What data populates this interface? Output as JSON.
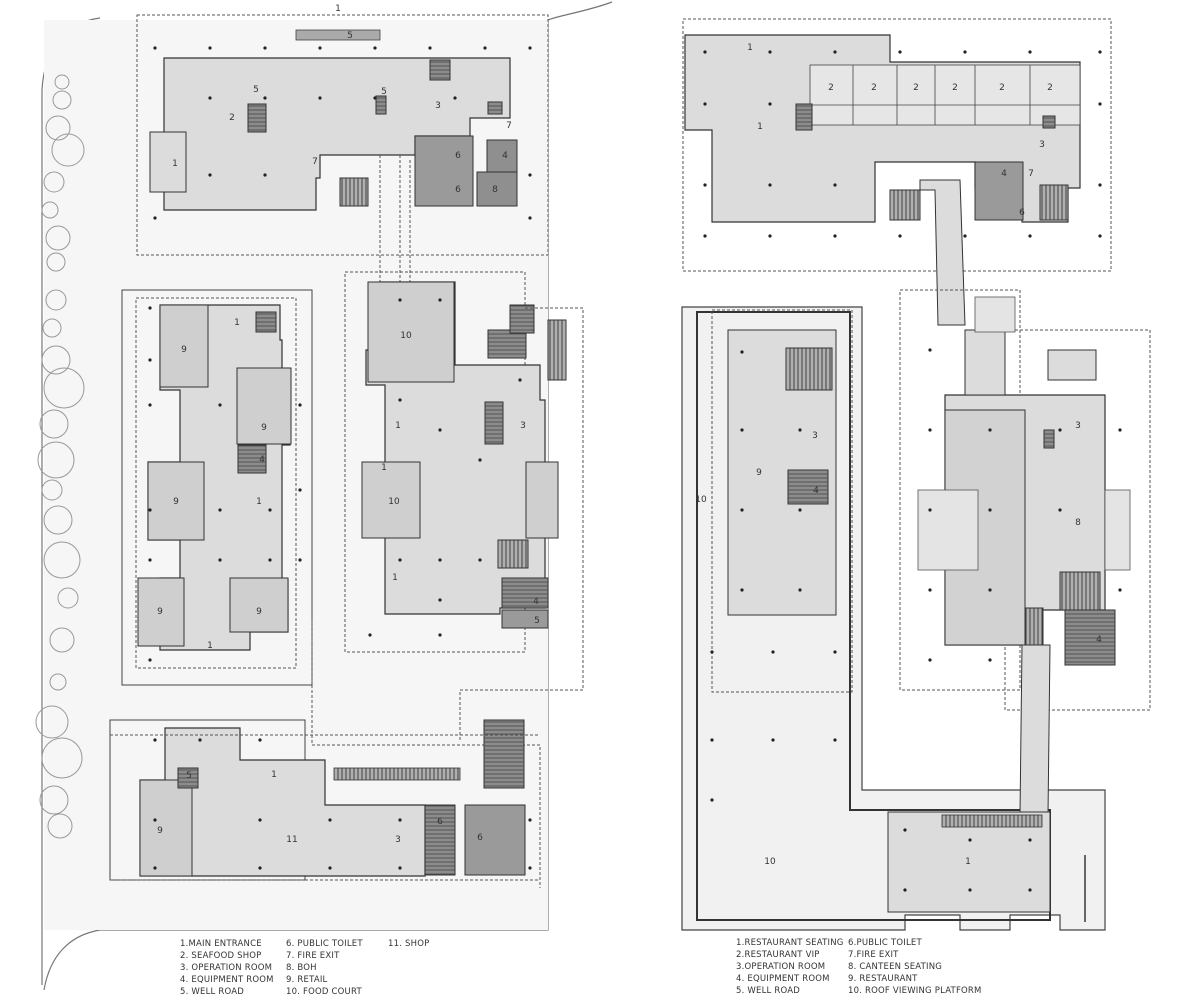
{
  "plan_left": {
    "site_label": "1",
    "legend": {
      "col1": [
        "1.MAIN ENTRANCE",
        "2. SEAFOOD SHOP",
        "3. OPERATION ROOM",
        "4. EQUIPMENT ROOM",
        "5. WELL ROAD"
      ],
      "col2": [
        "6. PUBLIC TOILET",
        "7. FIRE EXIT",
        "8. BOH",
        "9. RETAIL",
        "10. FOOD COURT"
      ],
      "col3": [
        "11. SHOP"
      ]
    },
    "room_numbers": {
      "top": [
        "5",
        "5",
        "5",
        "2",
        "3",
        "1",
        "7",
        "6",
        "6",
        "4",
        "8",
        "7"
      ],
      "middle_left": [
        "1",
        "9",
        "9",
        "4",
        "9",
        "1",
        "9",
        "9",
        "1"
      ],
      "middle_right": [
        "10",
        "1",
        "3",
        "1",
        "10",
        "1",
        "4",
        "5"
      ],
      "bottom": [
        "5",
        "1",
        "9",
        "11",
        "3",
        "6",
        "6"
      ]
    }
  },
  "plan_right": {
    "legend": {
      "col1": [
        "1.RESTAURANT SEATING",
        "2.RESTAURANT VIP",
        "3.OPERATION ROOM",
        "4. EQUIPMENT ROOM",
        "5. WELL ROAD"
      ],
      "col2": [
        "6.PUBLIC TOILET",
        "7.FIRE EXIT",
        "8. CANTEEN SEATING",
        "9. RESTAURANT",
        "10. ROOF VIEWING PLATFORM"
      ]
    },
    "room_numbers": {
      "top": [
        "1",
        "2",
        "2",
        "2",
        "2",
        "2",
        "2",
        "1",
        "3",
        "4",
        "7",
        "6"
      ],
      "lower_left": [
        "3",
        "9",
        "4",
        "10",
        "10"
      ],
      "lower_right": [
        "3",
        "8",
        "4",
        "1"
      ]
    }
  },
  "colors": {
    "floor_fill": "#dcdcdc",
    "service_fill": "#9a9a9a",
    "stair_fill": "#7a7a7a",
    "wall": "#333333",
    "dashed": "#555555",
    "site_fill": "#f4f4f4"
  }
}
